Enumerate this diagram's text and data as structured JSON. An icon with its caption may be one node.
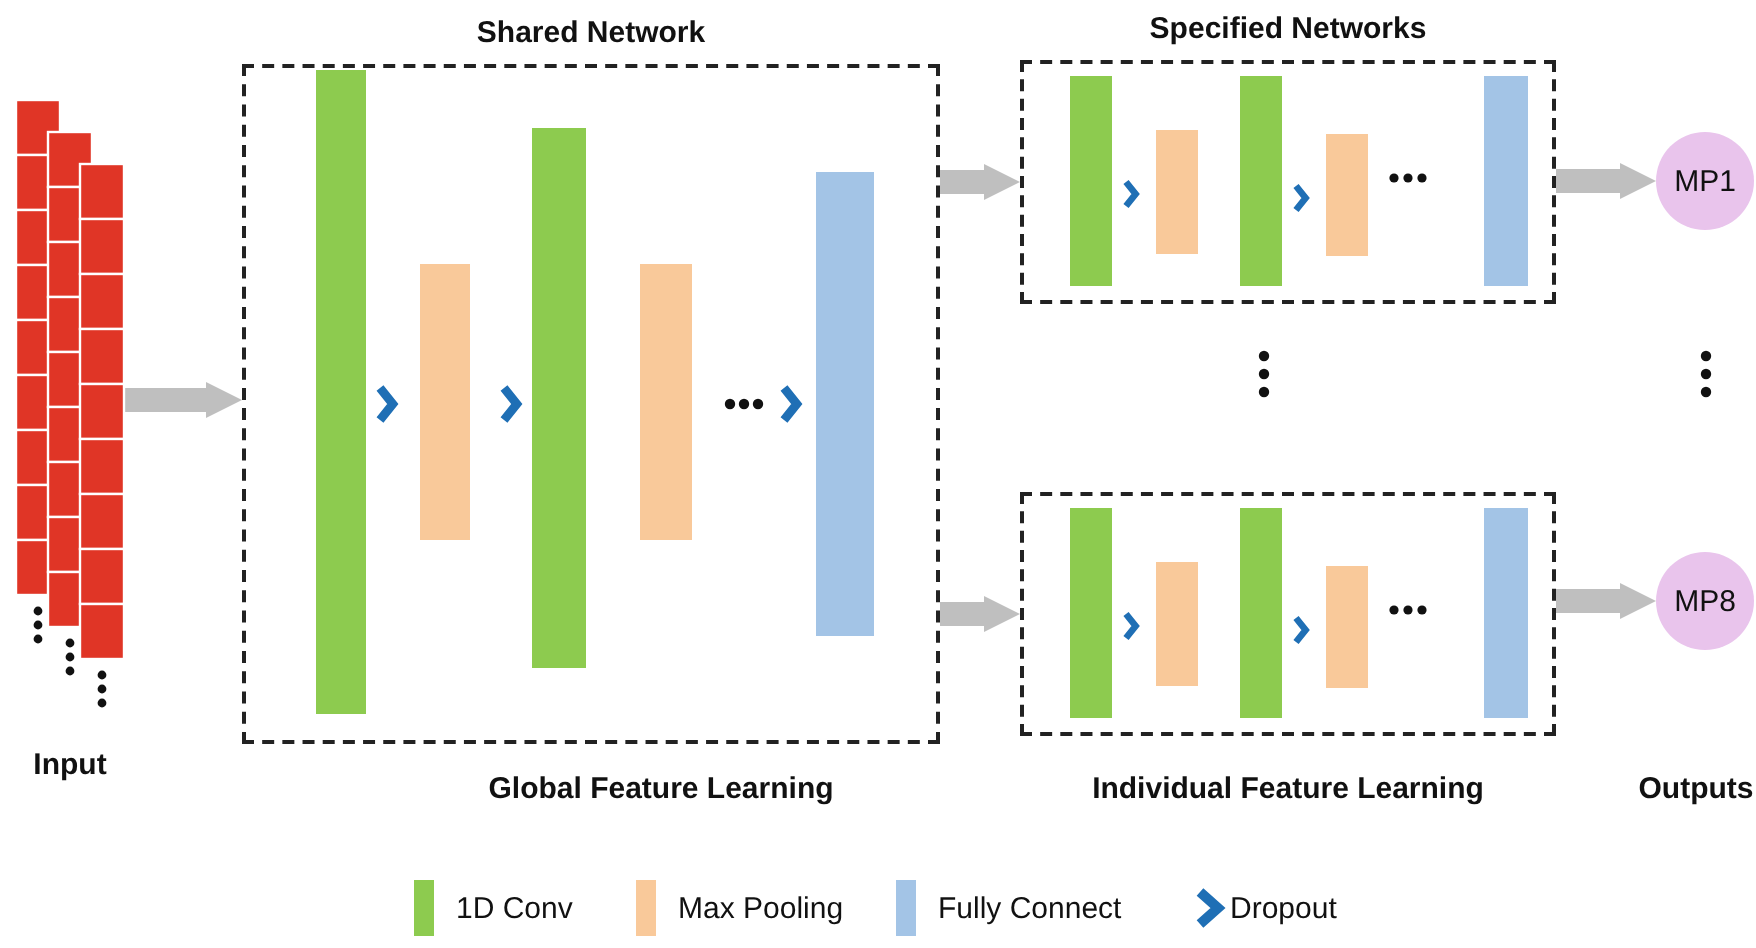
{
  "diagram": {
    "nodes": [
      {
        "text": [
          "Input"
        ]
      },
      {
        "text": [
          "Shared Network"
        ],
        "beside": [
          "Global Feature Learning"
        ]
      },
      {
        "text": [
          "Specified Networks"
        ]
      },
      {
        "text": [],
        "shape": "box",
        "beside": [
          "Individual Feature Learning"
        ]
      },
      {
        "text": [
          "MP1"
        ]
      },
      {
        "text": [
          "MP8"
        ]
      }
    ],
    "edges": [
      {
        "from": 0,
        "to": 1,
        "arrow": "to"
      },
      {
        "from": 1,
        "to": 2,
        "arrow": "to"
      },
      {
        "from": 1,
        "to": 3,
        "arrow": "to"
      },
      {
        "from": 2,
        "to": 4,
        "arrow": "to"
      },
      {
        "from": 3,
        "to": 5,
        "arrow": "to"
      }
    ],
    "labels": [
      "Outputs"
    ],
    "legend": [
      {
        "text": "1D Conv",
        "color": "#8dcb4f"
      },
      {
        "text": "Max Pooling",
        "color": "#f9c99a"
      },
      {
        "text": "Fully Connect",
        "color": "#a3c4e6"
      },
      {
        "text": "Dropout"
      }
    ]
  }
}
